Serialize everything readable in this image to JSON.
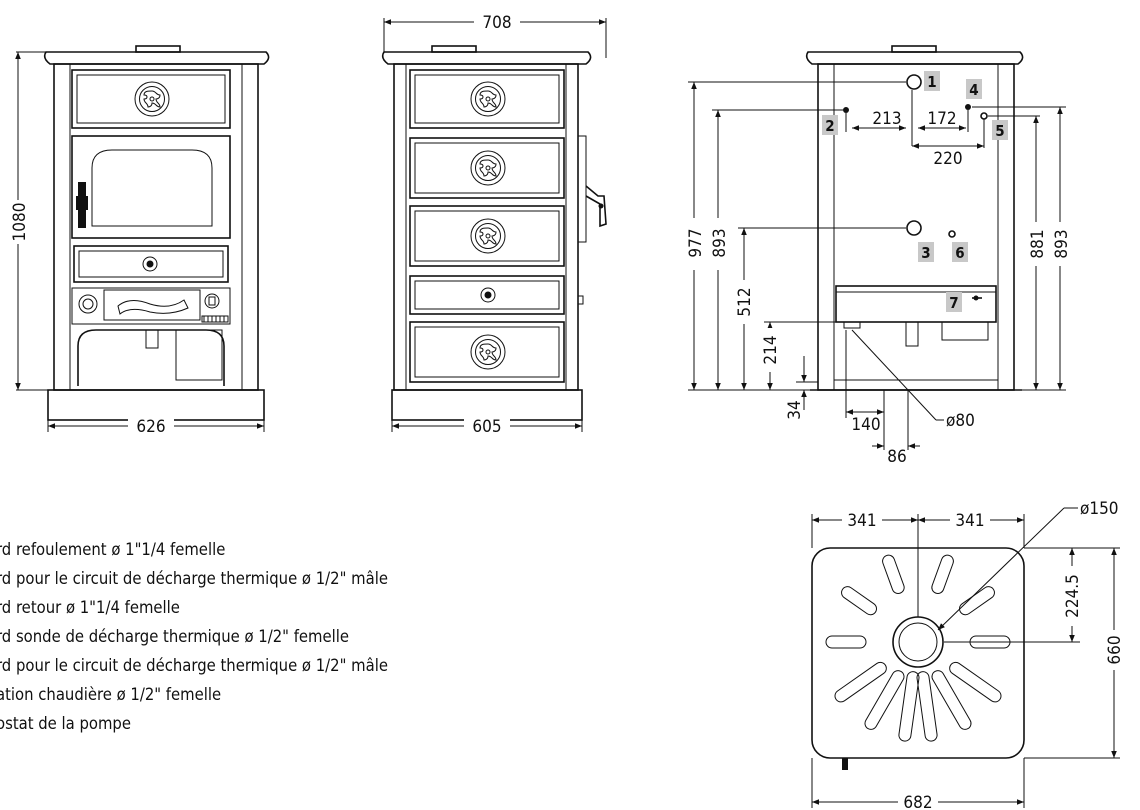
{
  "dimensions": {
    "front_height": "1080",
    "front_width": "626",
    "side_depth": "708",
    "side_width": "605",
    "back_977": "977",
    "back_893_left": "893",
    "back_512": "512",
    "back_214": "214",
    "back_34": "34",
    "back_140": "140",
    "back_86": "86",
    "back_flue": "ø80",
    "back_213": "213",
    "back_172": "172",
    "back_220": "220",
    "back_881": "881",
    "back_893_right": "893",
    "top_341_left": "341",
    "top_341_right": "341",
    "top_flue": "ø150",
    "top_2245": "224.5",
    "top_660": "660",
    "top_682": "682"
  },
  "badges": [
    "1",
    "2",
    "3",
    "4",
    "5",
    "6",
    "7"
  ],
  "legend": [
    "rd refoulement ø 1\"1/4 femelle",
    "rd pour le circuit de décharge thermique ø 1/2\" mâle",
    "rd retour ø 1\"1/4 femelle",
    "rd sonde de décharge thermique ø 1/2\" femelle",
    "rd pour le circuit de décharge thermique ø 1/2\" mâle",
    "ation chaudière ø 1/2\" femelle",
    "ostat de la pompe"
  ]
}
